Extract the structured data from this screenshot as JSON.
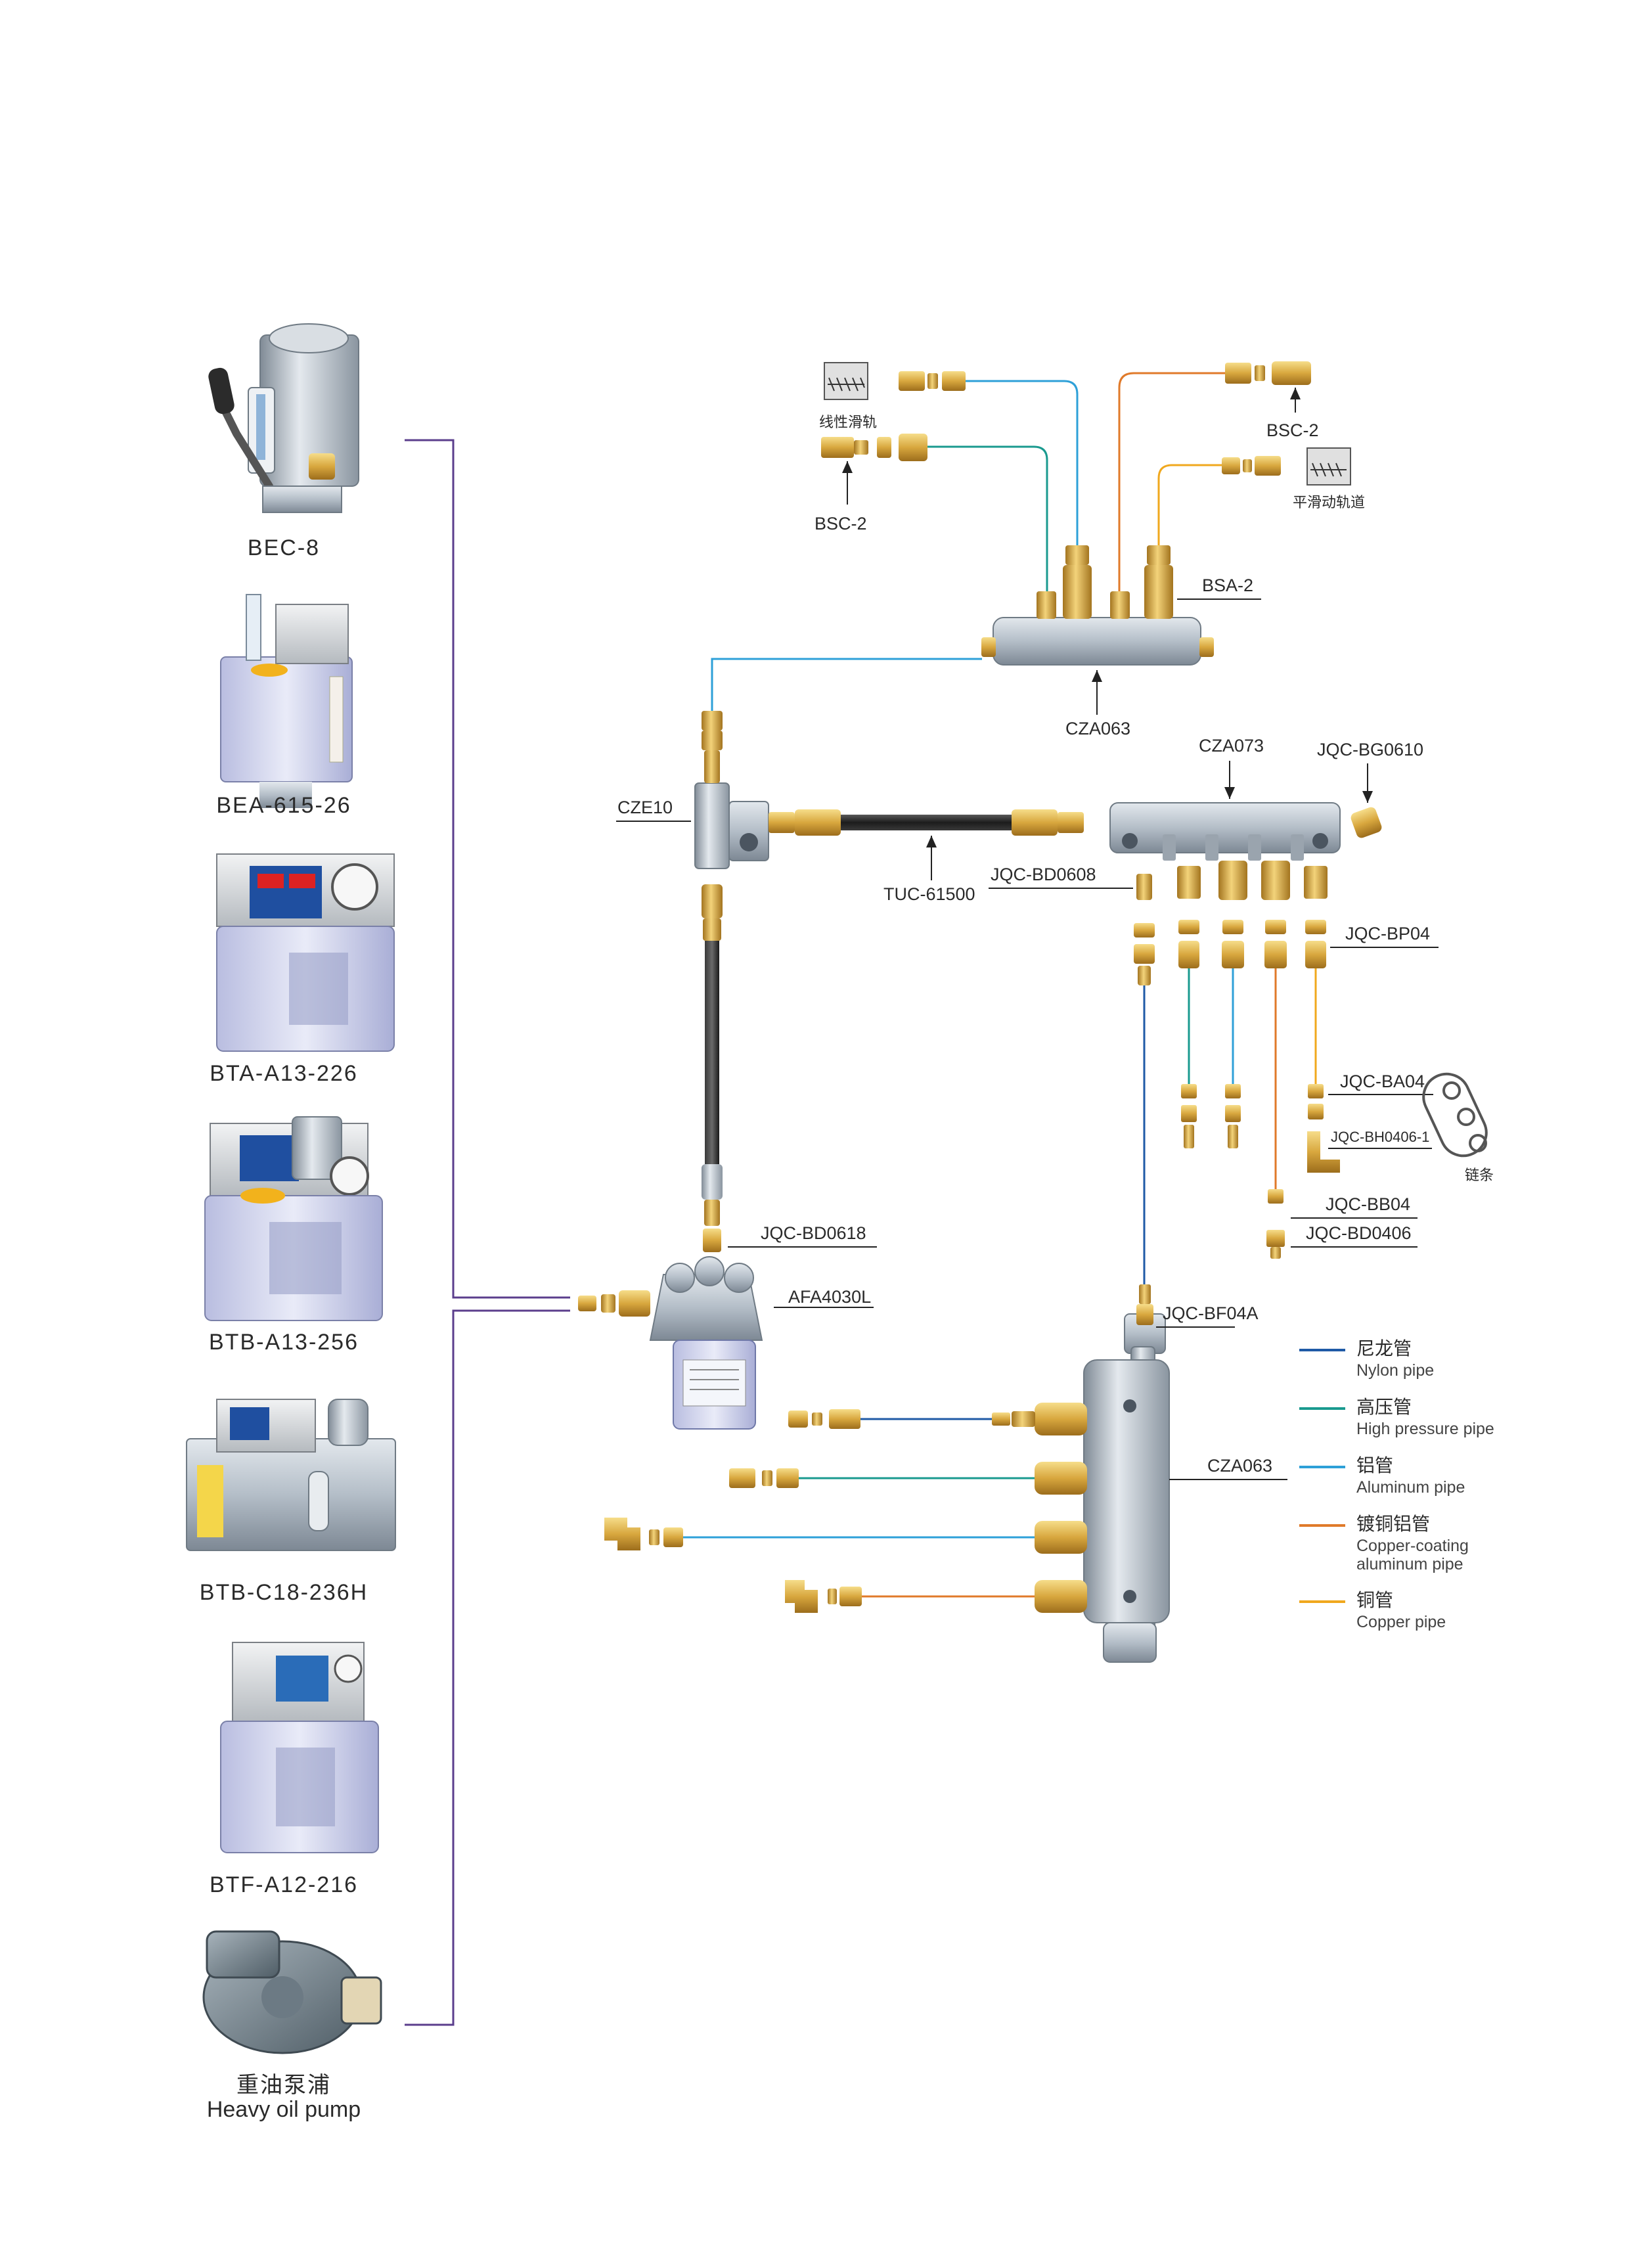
{
  "colors": {
    "nylon": "#1f5aa6",
    "high_pressure": "#1a9a8f",
    "aluminum": "#2ea0d8",
    "copper_coating": "#e07a2a",
    "copper": "#f0a81e",
    "bracket": "#5b3e8c",
    "brass": "#d6a540",
    "steel": "#b8c2cc",
    "hose": "#2b2b2b"
  },
  "products": [
    {
      "label": "BEC-8"
    },
    {
      "label": "BEA-615-26"
    },
    {
      "label": "BTA-A13-226"
    },
    {
      "label": "BTB-A13-256"
    },
    {
      "label": "BTB-C18-236H"
    },
    {
      "label": "BTF-A12-216"
    },
    {
      "label": "重油泵浦",
      "label2": "Heavy oil pump"
    }
  ],
  "parts": {
    "linear_rail": "线性滑轨",
    "bsc2_left": "BSC-2",
    "bsc2_right": "BSC-2",
    "flat_rail": "平滑动轨道",
    "bsa2": "BSA-2",
    "cza063_top": "CZA063",
    "cza073": "CZA073",
    "jqc_bg0610": "JQC-BG0610",
    "cze10": "CZE10",
    "tuc61500": "TUC-61500",
    "jqc_bd0608": "JQC-BD0608",
    "jqc_bp04": "JQC-BP04",
    "jqc_ba04": "JQC-BA04",
    "jqc_bh0406": "JQC-BH0406-1",
    "chain": "链条",
    "jqc_bb04": "JQC-BB04",
    "jqc_bd0406": "JQC-BD0406",
    "jqc_bd0618": "JQC-BD0618",
    "afa4030l": "AFA4030L",
    "jqc_bf04a": "JQC-BF04A",
    "cza063_bottom": "CZA063"
  },
  "legend": [
    {
      "cn": "尼龙管",
      "en": "Nylon pipe",
      "color": "#1f5aa6"
    },
    {
      "cn": "高压管",
      "en": "High pressure pipe",
      "color": "#1a9a8f"
    },
    {
      "cn": "铝管",
      "en": "Aluminum pipe",
      "color": "#2ea0d8"
    },
    {
      "cn": "镀铜铝管",
      "en": "Copper-coating",
      "en2": "aluminum pipe",
      "color": "#e07a2a"
    },
    {
      "cn": "铜管",
      "en": "Copper pipe",
      "color": "#f0a81e"
    }
  ]
}
